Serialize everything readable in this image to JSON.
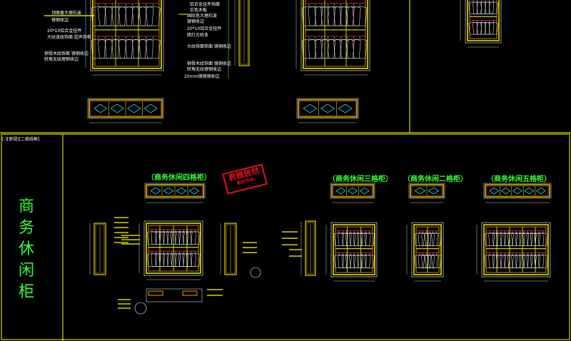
{
  "sheet": {
    "tab_label": "[-][俯视][二维线框]",
    "category_title": "商务休闲柜",
    "category_chars": [
      "商",
      "务",
      "休",
      "闲",
      "柜"
    ]
  },
  "cabinets": [
    {
      "id": "four",
      "title": "（商务休闲四格柜）"
    },
    {
      "id": "three",
      "title": "（商务休闲三格柜）"
    },
    {
      "id": "two",
      "title": "（商务休闲二格柜）"
    },
    {
      "id": "five",
      "title": "（商务休闲五格柜）"
    }
  ],
  "top_annotations_left": [
    "顶面香大理石波",
    "镜钢收边",
    "20*10铝合金挂件",
    "大纹波纹饰面  超声饰柜",
    "钢骨木纹饰面  镜钢收边",
    "转角无纹理钢收边"
  ],
  "top_annotations_mid": [
    "铝合金挂件饰面",
    "实色木板",
    "国际色大理石波",
    "镜钢收边",
    "20*10铝合金挂件",
    "暗灯光机条",
    "大纹饰面饰面  镜钢收边",
    "钢骨木纹饰面  镜钢收边",
    "转角无纹理钢收边",
    "20mm钢镜钢收边"
  ],
  "stamp": {
    "line1": "君雅居然",
    "line2": "設計作品"
  },
  "colors": {
    "yellow": "#ffff00",
    "green": "#33ff33",
    "red": "#ff2020",
    "cyan": "#00e5ff",
    "white": "#ffffff",
    "orange": "#ff9900"
  }
}
